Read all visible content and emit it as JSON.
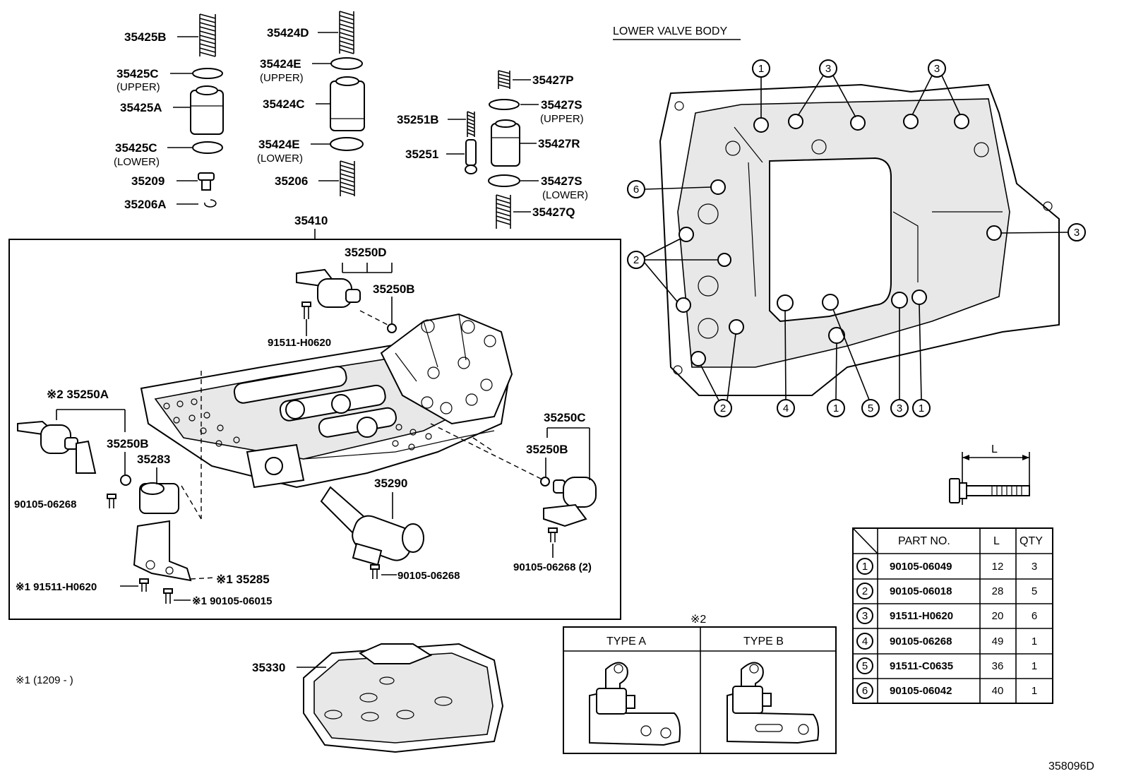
{
  "callouts": {
    "p35425B": "35425B",
    "p35425C_upper": "35425C",
    "upper1": "(UPPER)",
    "p35425A": "35425A",
    "p35425C_lower": "35425C",
    "lower1": "(LOWER)",
    "p35209": "35209",
    "p35206A": "35206A",
    "p35424D": "35424D",
    "p35424E_upper": "35424E",
    "upper2": "(UPPER)",
    "p35424C": "35424C",
    "p35424E_lower": "35424E",
    "lower2": "(LOWER)",
    "p35206": "35206",
    "p35427P": "35427P",
    "p35427S_upper": "35427S",
    "upper3": "(UPPER)",
    "p35251B": "35251B",
    "p35427R": "35427R",
    "p35251": "35251",
    "p35427S_lower": "35427S",
    "lower3": "(LOWER)",
    "p35427Q": "35427Q",
    "p35410": "35410",
    "p35250D": "35250D",
    "p35250B_a": "35250B",
    "p91511_H0620": "91511-H0620",
    "p35250A": "※2 35250A",
    "p35250B_b": "35250B",
    "p35283": "35283",
    "p90105_06268_a": "90105-06268",
    "p35290": "35290",
    "p35250C": "35250C",
    "p35250B_c": "35250B",
    "p90105_06268_b": "90105-06268",
    "p90105_06268_c": "90105-06268 (2)",
    "p35285": "※1 35285",
    "p91511_H0620_b": "※1 91511-H0620",
    "p90105_06015": "※1 90105-06015",
    "p35330": "35330",
    "note1": "※1 (1209 -          )",
    "lower_valve_body": "LOWER VALVE BODY",
    "note2_mark": "※2",
    "type_a": "TYPE A",
    "type_b": "TYPE B",
    "dim_L": "L",
    "diagram_id": "358096D"
  },
  "bolt_numbers": [
    "1",
    "2",
    "3",
    "4",
    "5",
    "6"
  ],
  "bolt_table": {
    "headers": [
      "PART NO.",
      "L",
      "QTY"
    ],
    "rows": [
      {
        "key": "1",
        "part_no": "90105-06049",
        "L": "12",
        "qty": "3"
      },
      {
        "key": "2",
        "part_no": "90105-06018",
        "L": "28",
        "qty": "5"
      },
      {
        "key": "3",
        "part_no": "91511-H0620",
        "L": "20",
        "qty": "6"
      },
      {
        "key": "4",
        "part_no": "90105-06268",
        "L": "49",
        "qty": "1"
      },
      {
        "key": "5",
        "part_no": "91511-C0635",
        "L": "36",
        "qty": "1"
      },
      {
        "key": "6",
        "part_no": "90105-06042",
        "L": "40",
        "qty": "1"
      }
    ]
  }
}
